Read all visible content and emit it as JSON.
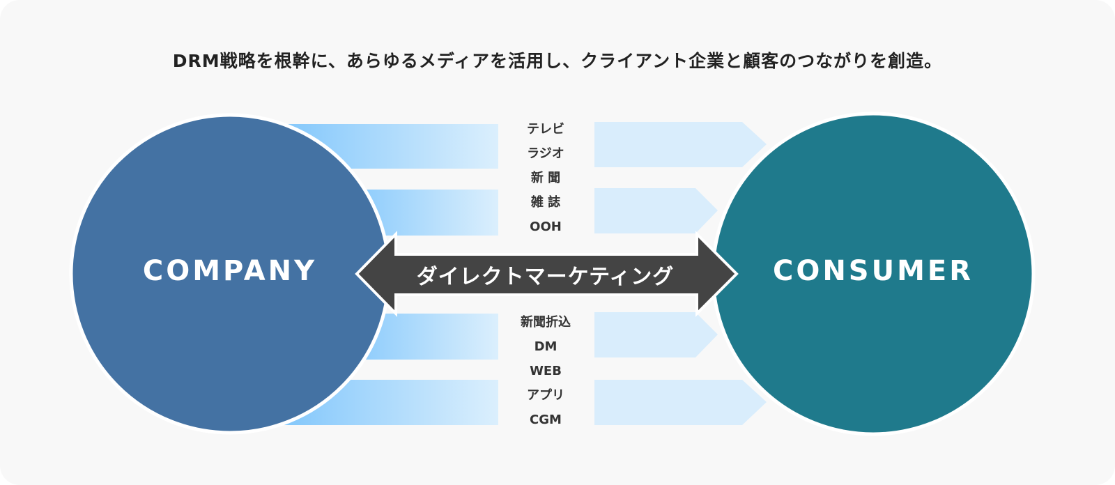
{
  "headline": "DRM戦略を根幹に、あらゆるメディアを活用し、クライアント企業と顧客のつながりを創造。",
  "company_label": "COMPANY",
  "consumer_label": "CONSUMER",
  "arrow_label": "ダイレクトマーケティング",
  "media_top": [
    "テレビ",
    "ラジオ",
    "新 聞",
    "雑 誌",
    "OOH"
  ],
  "media_bottom": [
    "新聞折込",
    "DM",
    "WEB",
    "アプリ",
    "CGM"
  ],
  "colors": {
    "company": "#4472a3",
    "consumer": "#1f7a8c",
    "arrow": "#444444",
    "band_start": "#80c6fb",
    "band_end": "#dbeffd"
  }
}
